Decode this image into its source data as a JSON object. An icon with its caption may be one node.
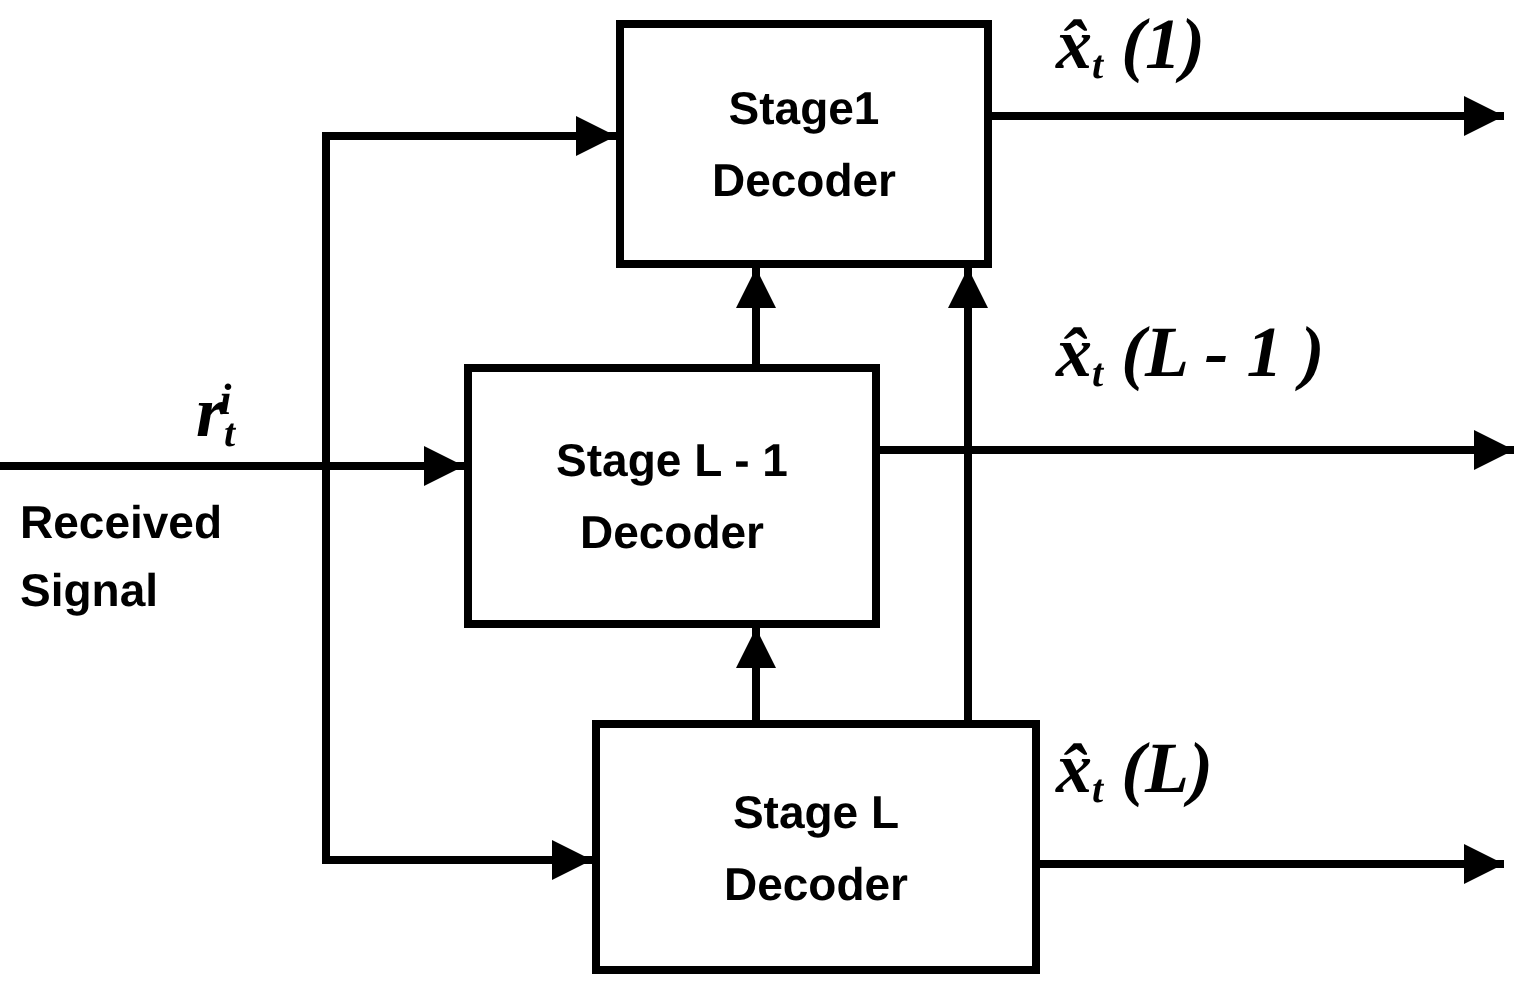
{
  "diagram": {
    "nodes": [
      {
        "text": [
          "Stage1 Decoder"
        ]
      },
      {
        "text": [
          "Stage L - 1 Decoder"
        ]
      },
      {
        "text": [
          "Stage L Decoder"
        ]
      }
    ],
    "edges": [
      {
        "from": null,
        "to": 1,
        "arrow": "to",
        "label": "r$_{t}$$^{i}$"
      },
      {
        "from": null,
        "to": 0,
        "arrow": "to"
      },
      {
        "from": null,
        "to": 2,
        "arrow": "to"
      },
      {
        "from": 1,
        "to": 0,
        "arrow": "to"
      },
      {
        "from": 2,
        "to": 1,
        "arrow": "to"
      },
      {
        "from": 2,
        "to": 0,
        "arrow": "to"
      },
      {
        "from": 0,
        "to": null,
        "arrow": "to",
        "label": "x̂$_{t}$ (1)"
      },
      {
        "from": 1,
        "to": null,
        "arrow": "to",
        "label": "x̂$_{t}$ (L - 1 )"
      },
      {
        "from": 2,
        "to": null,
        "arrow": "to",
        "label": "x̂$_{t}$ (L)"
      }
    ],
    "labels": [
      "Received Signal"
    ]
  }
}
